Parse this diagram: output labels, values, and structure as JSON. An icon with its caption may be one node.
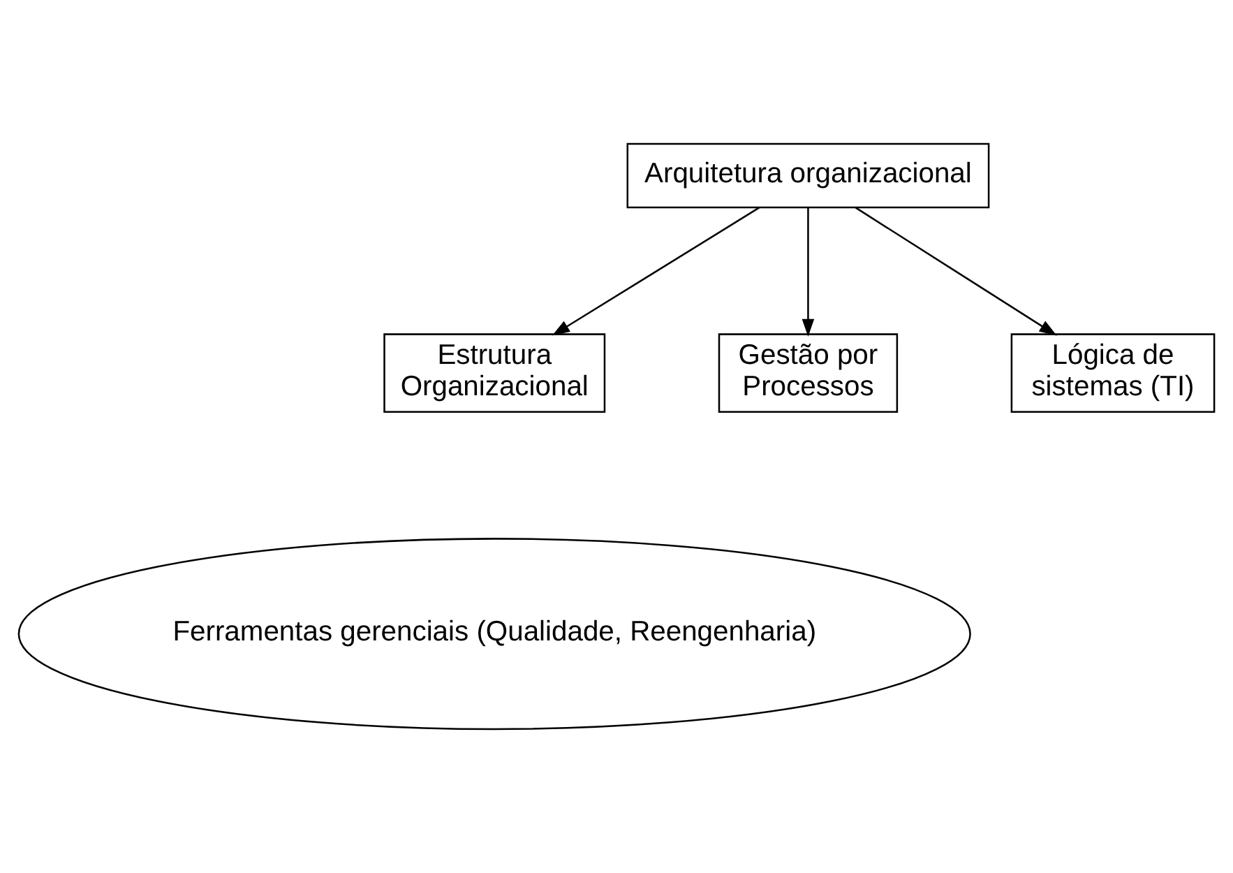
{
  "diagram": {
    "nodes": [
      {
        "text": [
          "Arquitetura organizacional"
        ]
      },
      {
        "text": [
          "Estrutura Organizacional"
        ]
      },
      {
        "text": [
          "Gestão por Processos"
        ]
      },
      {
        "text": [
          "Lógica de sistemas (TI)"
        ]
      },
      {
        "text": [
          "Ferramentas gerenciais (Qualidade, Reengenharia)"
        ]
      }
    ],
    "edges": [
      {
        "from": 0,
        "to": 1,
        "arrow": "to"
      },
      {
        "from": 0,
        "to": 2,
        "arrow": "to"
      },
      {
        "from": 0,
        "to": 3,
        "arrow": "to"
      }
    ]
  }
}
